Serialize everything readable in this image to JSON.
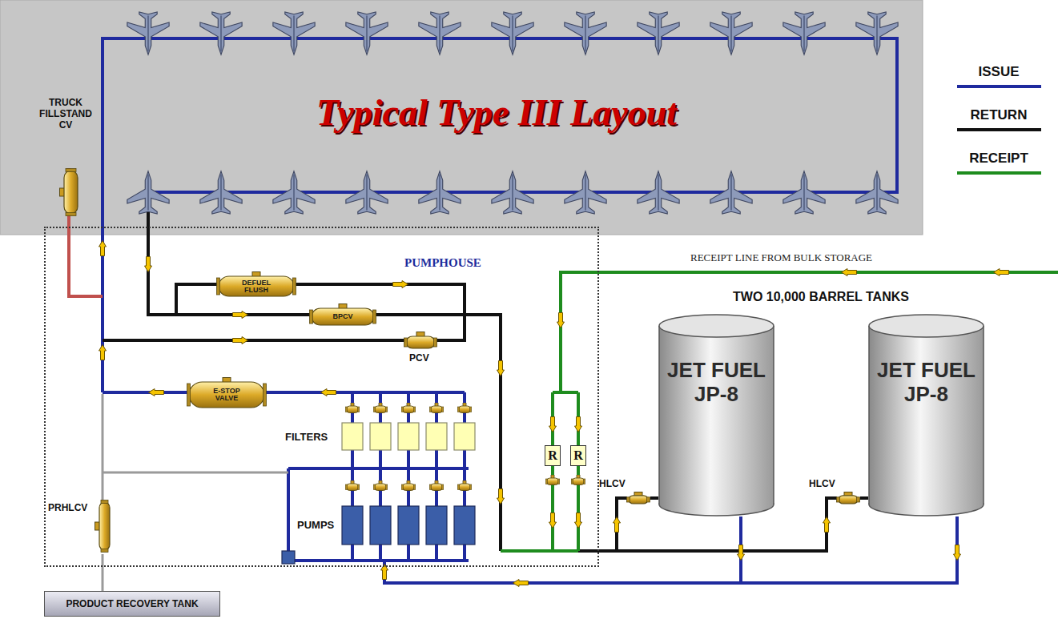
{
  "diagram": {
    "title": "Typical Type III Layout",
    "nodes": [
      {
        "text": [
          "PUMPHOUSE"
        ]
      },
      {
        "text": [
          "TRUCK FILLSTAND CV"
        ]
      },
      {
        "text": [
          "DEFUEL FLUSH"
        ],
        "in": 0
      },
      {
        "text": [
          "BPCV"
        ],
        "in": 0
      },
      {
        "text": [
          "PCV"
        ],
        "in": 0
      },
      {
        "text": [
          "E-STOP VALVE"
        ],
        "in": 0
      },
      {
        "text": [
          "R"
        ],
        "in": 0
      },
      {
        "text": [
          "R"
        ],
        "in": 0
      },
      {
        "text": [
          "PRHLCV"
        ],
        "in": 0
      },
      {
        "text": [
          "HLCV"
        ]
      },
      {
        "text": [
          "JET FUEL JP-8"
        ]
      },
      {
        "text": [
          "HLCV"
        ]
      },
      {
        "text": [
          "JET FUEL JP-8"
        ]
      },
      {
        "text": [
          "PRODUCT RECOVERY TANK"
        ]
      }
    ],
    "edges": [
      {
        "from": 8,
        "to": 13,
        "arrow": "none"
      },
      {
        "from": 9,
        "to": 10,
        "arrow": "none"
      },
      {
        "from": 11,
        "to": 12,
        "arrow": "none"
      }
    ],
    "labels": [
      "RECEIPT LINE FROM BULK STORAGE",
      "TWO 10,000 BARREL TANKS",
      "FILTERS",
      "PUMPS"
    ],
    "legend": [
      {
        "text": "ISSUE"
      },
      {
        "text": "RETURN"
      },
      {
        "text": "RECEIPT"
      }
    ]
  }
}
